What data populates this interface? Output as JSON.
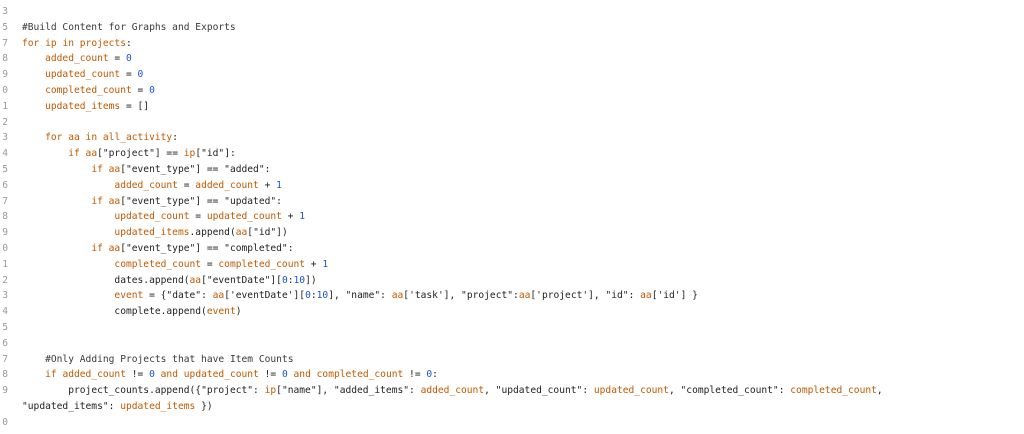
{
  "editor": {
    "lines": [
      {
        "n": "3",
        "tokens": []
      },
      {
        "n": "5",
        "tokens": [
          {
            "t": "#Build Content for Graphs and Exports",
            "c": "com"
          }
        ]
      },
      {
        "n": "7",
        "tokens": [
          {
            "t": "for ",
            "c": "kw"
          },
          {
            "t": "ip",
            "c": "id"
          },
          {
            "t": " in ",
            "c": "kw"
          },
          {
            "t": "projects",
            "c": "id"
          },
          {
            "t": ":",
            "c": "op"
          }
        ]
      },
      {
        "n": "8",
        "tokens": [
          {
            "t": "    "
          },
          {
            "t": "added_count",
            "c": "id"
          },
          {
            "t": " = ",
            "c": "op"
          },
          {
            "t": "0",
            "c": "num"
          }
        ]
      },
      {
        "n": "9",
        "tokens": [
          {
            "t": "    "
          },
          {
            "t": "updated_count",
            "c": "id"
          },
          {
            "t": " = ",
            "c": "op"
          },
          {
            "t": "0",
            "c": "num"
          }
        ]
      },
      {
        "n": "0",
        "tokens": [
          {
            "t": "    "
          },
          {
            "t": "completed_count",
            "c": "id"
          },
          {
            "t": " = ",
            "c": "op"
          },
          {
            "t": "0",
            "c": "num"
          }
        ]
      },
      {
        "n": "1",
        "tokens": [
          {
            "t": "    "
          },
          {
            "t": "updated_items",
            "c": "id"
          },
          {
            "t": " = []",
            "c": "op"
          }
        ]
      },
      {
        "n": "2",
        "tokens": []
      },
      {
        "n": "3",
        "tokens": [
          {
            "t": "    "
          },
          {
            "t": "for ",
            "c": "kw"
          },
          {
            "t": "aa",
            "c": "id"
          },
          {
            "t": " in ",
            "c": "kw"
          },
          {
            "t": "all_activity",
            "c": "id"
          },
          {
            "t": ":",
            "c": "op"
          }
        ]
      },
      {
        "n": "4",
        "tokens": [
          {
            "t": "        "
          },
          {
            "t": "if ",
            "c": "kw"
          },
          {
            "t": "aa",
            "c": "id"
          },
          {
            "t": "[\"project\"] == ",
            "c": "str"
          },
          {
            "t": "ip",
            "c": "id"
          },
          {
            "t": "[\"id\"]:",
            "c": "str"
          }
        ]
      },
      {
        "n": "5",
        "tokens": [
          {
            "t": "            "
          },
          {
            "t": "if ",
            "c": "kw"
          },
          {
            "t": "aa",
            "c": "id"
          },
          {
            "t": "[\"event_type\"] == \"added\":",
            "c": "str"
          }
        ]
      },
      {
        "n": "6",
        "tokens": [
          {
            "t": "                "
          },
          {
            "t": "added_count",
            "c": "id"
          },
          {
            "t": " = ",
            "c": "op"
          },
          {
            "t": "added_count",
            "c": "id"
          },
          {
            "t": " + ",
            "c": "op"
          },
          {
            "t": "1",
            "c": "num"
          }
        ]
      },
      {
        "n": "7",
        "tokens": [
          {
            "t": "            "
          },
          {
            "t": "if ",
            "c": "kw"
          },
          {
            "t": "aa",
            "c": "id"
          },
          {
            "t": "[\"event_type\"] == \"updated\":",
            "c": "str"
          }
        ]
      },
      {
        "n": "8",
        "tokens": [
          {
            "t": "                "
          },
          {
            "t": "updated_count",
            "c": "id"
          },
          {
            "t": " = ",
            "c": "op"
          },
          {
            "t": "updated_count",
            "c": "id"
          },
          {
            "t": " + ",
            "c": "op"
          },
          {
            "t": "1",
            "c": "num"
          }
        ]
      },
      {
        "n": "9",
        "tokens": [
          {
            "t": "                "
          },
          {
            "t": "updated_items",
            "c": "id"
          },
          {
            "t": ".append(",
            "c": "op"
          },
          {
            "t": "aa",
            "c": "id"
          },
          {
            "t": "[\"id\"])",
            "c": "str"
          }
        ]
      },
      {
        "n": "0",
        "tokens": [
          {
            "t": "            "
          },
          {
            "t": "if ",
            "c": "kw"
          },
          {
            "t": "aa",
            "c": "id"
          },
          {
            "t": "[\"event_type\"] == \"completed\":",
            "c": "str"
          }
        ]
      },
      {
        "n": "1",
        "tokens": [
          {
            "t": "                "
          },
          {
            "t": "completed_count",
            "c": "id"
          },
          {
            "t": " = ",
            "c": "op"
          },
          {
            "t": "completed_count",
            "c": "id"
          },
          {
            "t": " + ",
            "c": "op"
          },
          {
            "t": "1",
            "c": "num"
          }
        ]
      },
      {
        "n": "2",
        "tokens": [
          {
            "t": "                "
          },
          {
            "t": "dates.append(",
            "c": "plain"
          },
          {
            "t": "aa",
            "c": "id"
          },
          {
            "t": "[\"eventDate\"][",
            "c": "str"
          },
          {
            "t": "0",
            "c": "num"
          },
          {
            "t": ":",
            "c": "op"
          },
          {
            "t": "10",
            "c": "num"
          },
          {
            "t": "])",
            "c": "op"
          }
        ]
      },
      {
        "n": "3",
        "tokens": [
          {
            "t": "                "
          },
          {
            "t": "event",
            "c": "id"
          },
          {
            "t": " = {\"date\": ",
            "c": "str"
          },
          {
            "t": "aa",
            "c": "id"
          },
          {
            "t": "['eventDate'][",
            "c": "str"
          },
          {
            "t": "0",
            "c": "num"
          },
          {
            "t": ":",
            "c": "op"
          },
          {
            "t": "10",
            "c": "num"
          },
          {
            "t": "], \"name\": ",
            "c": "str"
          },
          {
            "t": "aa",
            "c": "id"
          },
          {
            "t": "['task'], \"project\":",
            "c": "str"
          },
          {
            "t": "aa",
            "c": "id"
          },
          {
            "t": "['project'], \"id\": ",
            "c": "str"
          },
          {
            "t": "aa",
            "c": "id"
          },
          {
            "t": "['id'] }",
            "c": "str"
          }
        ]
      },
      {
        "n": "4",
        "tokens": [
          {
            "t": "                "
          },
          {
            "t": "complete.append(",
            "c": "plain"
          },
          {
            "t": "event",
            "c": "id"
          },
          {
            "t": ")",
            "c": "op"
          }
        ]
      },
      {
        "n": "5",
        "tokens": []
      },
      {
        "n": "6",
        "tokens": []
      },
      {
        "n": "7",
        "tokens": [
          {
            "t": "    "
          },
          {
            "t": "#Only Adding Projects that have Item Counts",
            "c": "com"
          }
        ]
      },
      {
        "n": "8",
        "tokens": [
          {
            "t": "    "
          },
          {
            "t": "if ",
            "c": "kw"
          },
          {
            "t": "added_count",
            "c": "id"
          },
          {
            "t": " != ",
            "c": "op"
          },
          {
            "t": "0",
            "c": "num"
          },
          {
            "t": " and ",
            "c": "kw"
          },
          {
            "t": "updated_count",
            "c": "id"
          },
          {
            "t": " != ",
            "c": "op"
          },
          {
            "t": "0",
            "c": "num"
          },
          {
            "t": " and ",
            "c": "kw"
          },
          {
            "t": "completed_count",
            "c": "id"
          },
          {
            "t": " != ",
            "c": "op"
          },
          {
            "t": "0",
            "c": "num"
          },
          {
            "t": ":",
            "c": "op"
          }
        ]
      },
      {
        "n": "9",
        "tokens": [
          {
            "t": "        "
          },
          {
            "t": "project_counts.append({\"project\": ",
            "c": "plain"
          },
          {
            "t": "ip",
            "c": "id"
          },
          {
            "t": "[\"name\"], \"added_items\": ",
            "c": "str"
          },
          {
            "t": "added_count",
            "c": "id"
          },
          {
            "t": ", \"updated_count\": ",
            "c": "str"
          },
          {
            "t": "updated_count",
            "c": "id"
          },
          {
            "t": ", \"completed_count\": ",
            "c": "str"
          },
          {
            "t": "completed_count",
            "c": "id"
          },
          {
            "t": ",",
            "c": "op"
          }
        ]
      },
      {
        "n": "",
        "tokens": [
          {
            "t": "\"updated_items\": ",
            "c": "str"
          },
          {
            "t": "updated_items",
            "c": "id"
          },
          {
            "t": " })",
            "c": "op"
          }
        ]
      },
      {
        "n": "0",
        "tokens": []
      }
    ]
  }
}
